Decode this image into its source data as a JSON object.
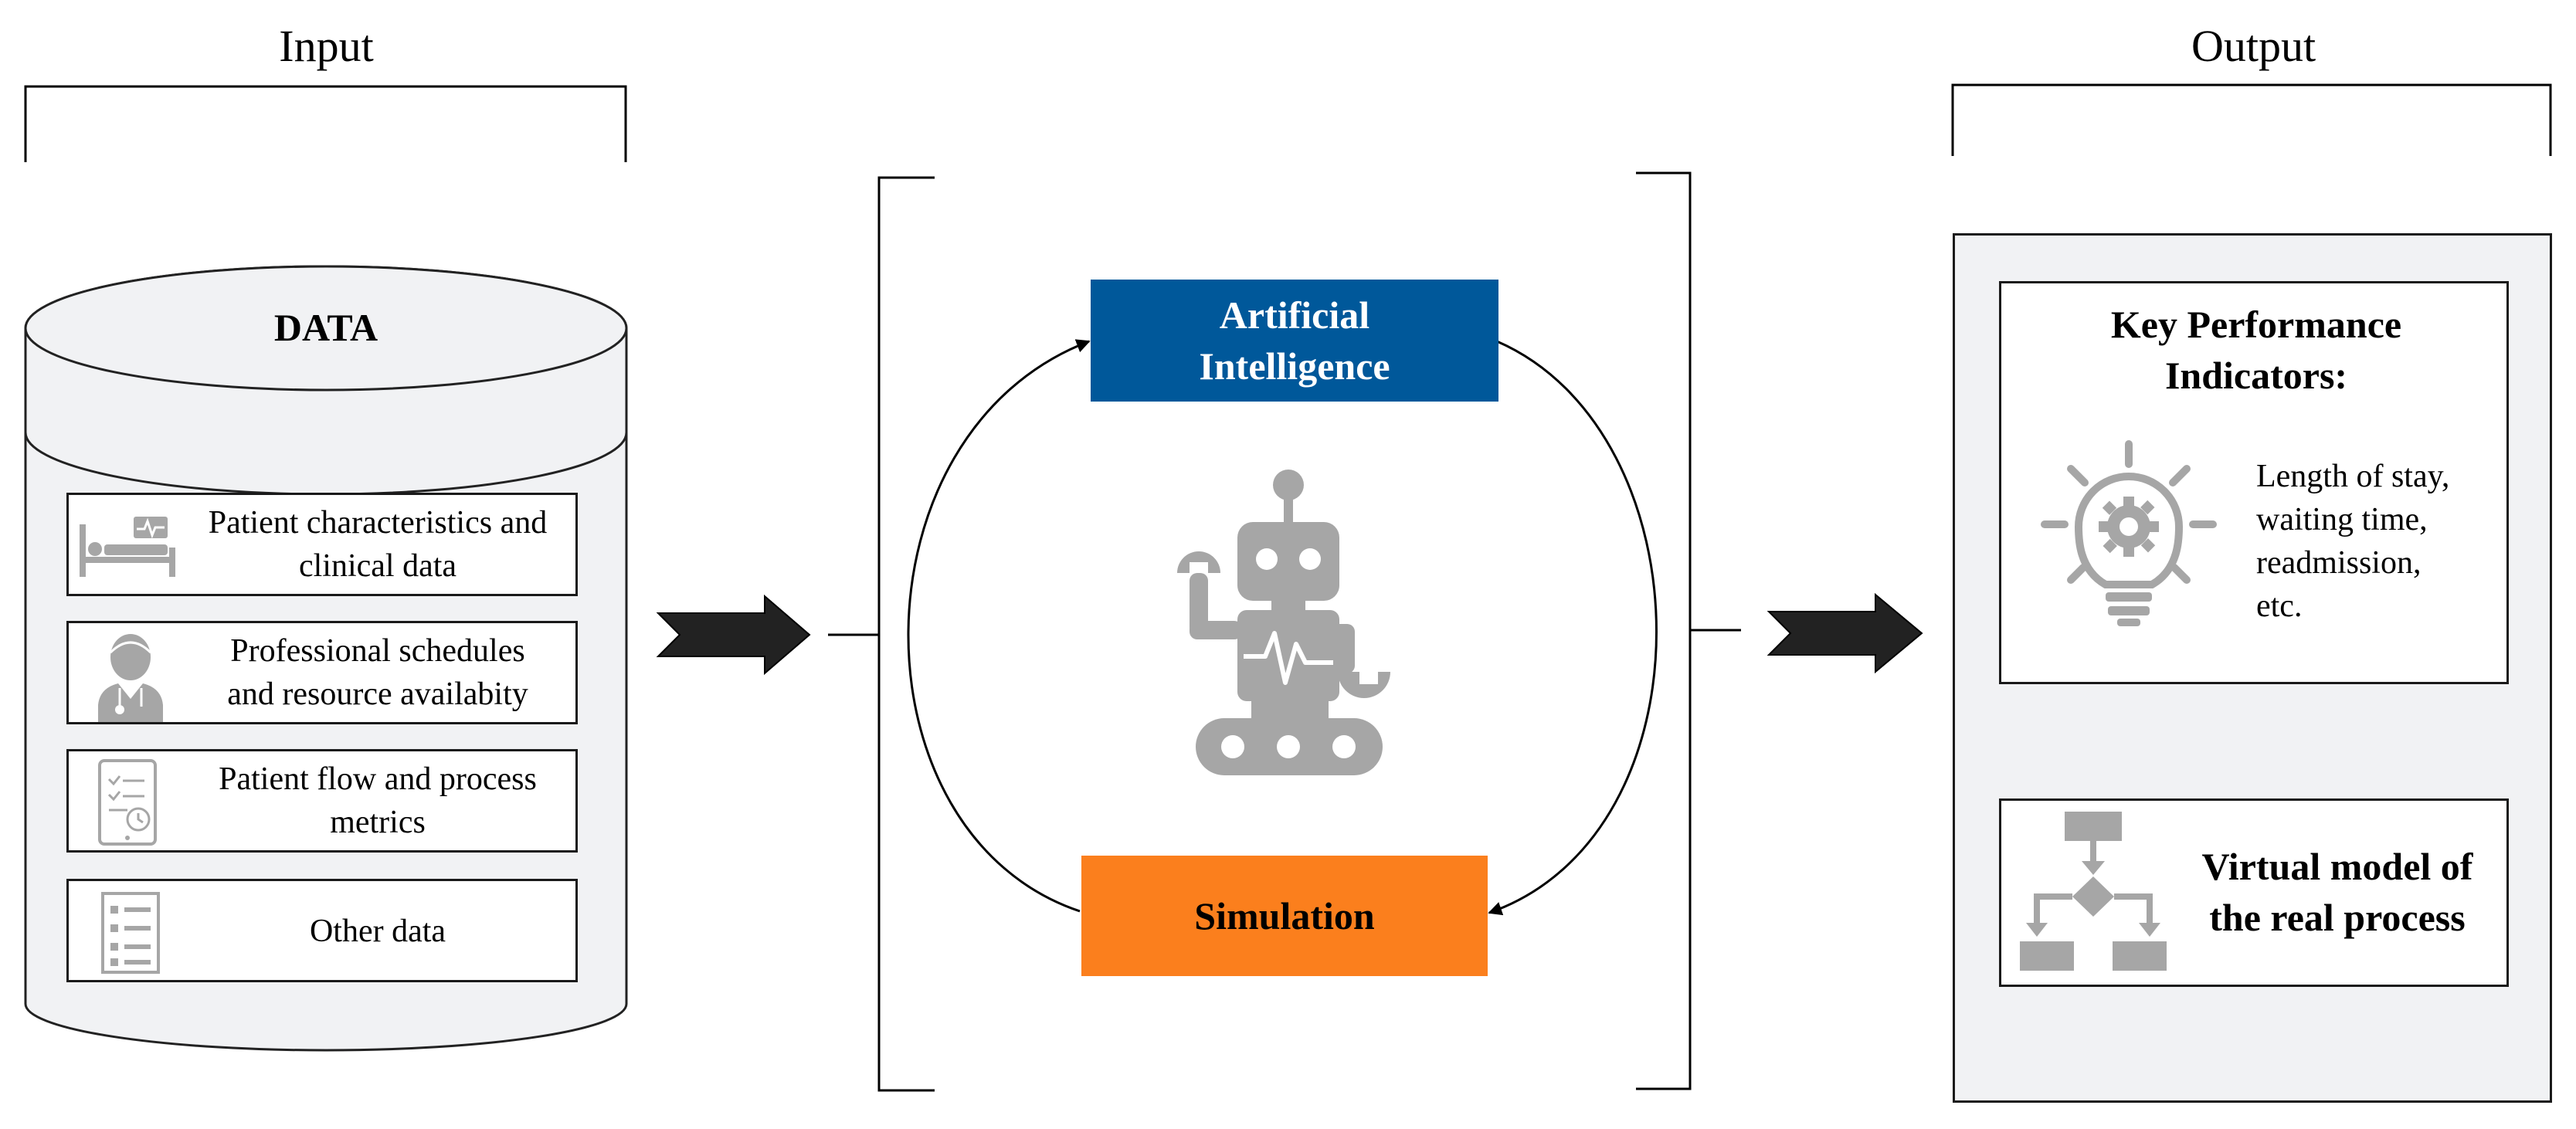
{
  "input_section": {
    "header": "Input",
    "data_title": "DATA",
    "items": [
      {
        "label_line1": "Patient characteristics and",
        "label_line2": "clinical data",
        "icon": "patient-bed-monitor-icon"
      },
      {
        "label_line1": "Professional schedules",
        "label_line2": "and resource availabity",
        "icon": "doctor-icon"
      },
      {
        "label_line1": "Patient flow and process",
        "label_line2": "metrics",
        "icon": "tablet-checklist-clock-icon"
      },
      {
        "label_line1": "Other data",
        "label_line2": "",
        "icon": "checklist-icon"
      }
    ]
  },
  "process_section": {
    "ai_line1": "Artificial",
    "ai_line2": "Intelligence",
    "simulation": "Simulation",
    "icon": "robot-icon"
  },
  "output_section": {
    "header": "Output",
    "kpi": {
      "title_line1": "Key Performance",
      "title_line2": "Indicators:",
      "lines": [
        "Length of stay,",
        "waiting time,",
        "readmission,",
        "etc."
      ],
      "icon": "lightbulb-gear-icon"
    },
    "virtual_model": {
      "line1": "Virtual model of",
      "line2": "the real process",
      "icon": "flowchart-icon"
    }
  },
  "colors": {
    "ai_box": "#00589a",
    "simulation_box": "#fb7f1d",
    "icon_gray": "#a6a6a6",
    "panel_bg": "#f1f2f4",
    "arrow": "#222222"
  }
}
